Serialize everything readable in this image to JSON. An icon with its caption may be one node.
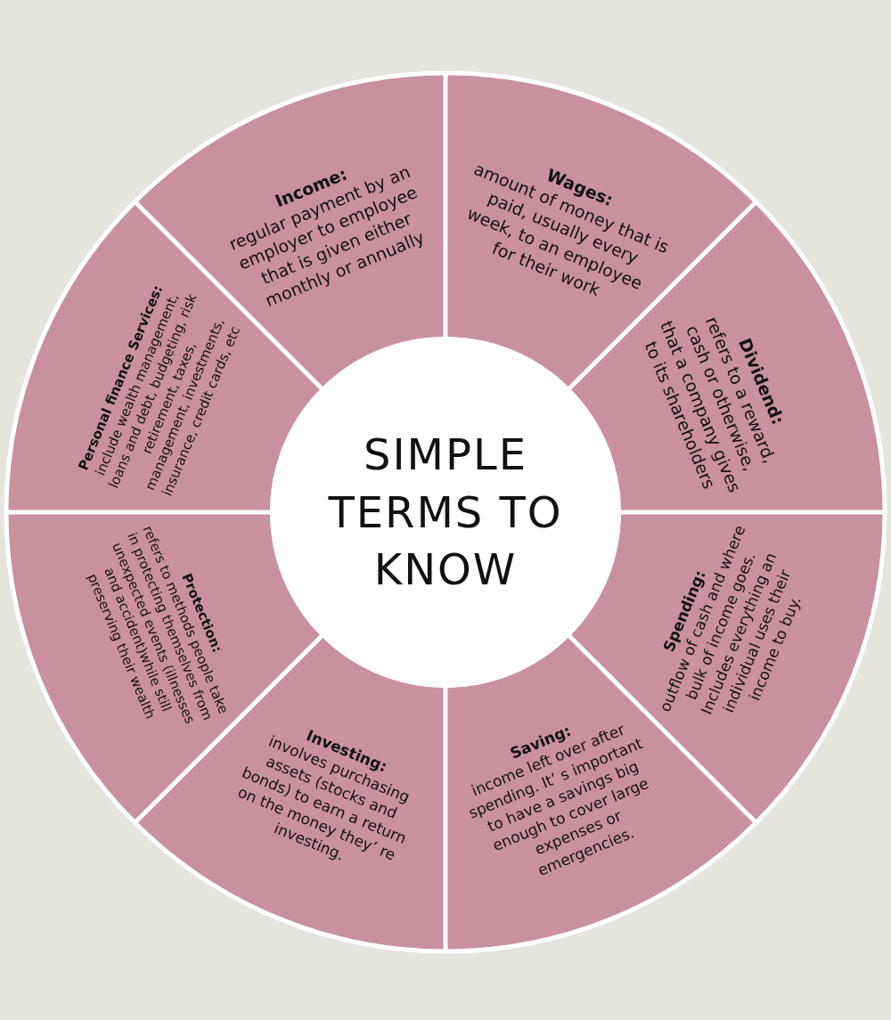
{
  "diagram": {
    "nodes": [
      {
        "text": [
          "SIMPLE TERMS TO KNOW"
        ]
      },
      {
        "text": [
          "Income:",
          "regular payment by an employer to employee that is given either monthly or annually"
        ]
      },
      {
        "text": [
          "Wages:",
          "amount of money that is paid, usually every week, to an employee for their work"
        ]
      },
      {
        "text": [
          "Dividend:",
          "refers to a reward, cash or otherwise, that a company gives to its shareholders"
        ]
      },
      {
        "text": [
          "Spending:",
          "outflow of cash and where bulk of income goes. Includes everything an individual uses their income to buy."
        ]
      },
      {
        "text": [
          "Saving:",
          "income left over after spending. It’ s important to have a savings big enough to cover large expenses or emergencies."
        ]
      },
      {
        "text": [
          "Investing:",
          "involves purchasing assets (stocks and bonds) to earn a return on the money they’ re investing."
        ]
      },
      {
        "text": [
          "Protection:",
          "refers to methods people take in protecting themselves from unexpected events (illnesses and accident)while still preserving their wealth"
        ]
      },
      {
        "text": [
          "Personal finance Services:",
          "include wealth management, loans and debt, budgeting, risk retirement, taxes, management, investments, insurance, credit cards, etc"
        ]
      }
    ]
  }
}
